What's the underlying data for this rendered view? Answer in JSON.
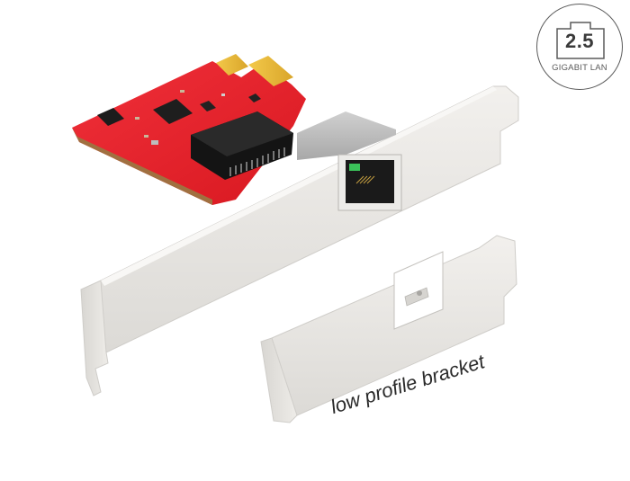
{
  "image": {
    "description": "Product photo of a PCI Express network card with a 2.5 Gigabit RJ45 LAN port, full-height bracket attached and a separate low profile bracket",
    "background_color": "#ffffff"
  },
  "badge": {
    "speed": "2.5",
    "label": "GIGABIT LAN",
    "stroke_color": "#5a5a5a"
  },
  "product": {
    "pcb_color": "#e8202a",
    "bracket_color": "#e8e6e2",
    "port_type": "RJ45",
    "led_color": "#3bc35a",
    "gold_finger_color": "#e7b83a"
  },
  "caption": {
    "text": "low profile bracket"
  }
}
